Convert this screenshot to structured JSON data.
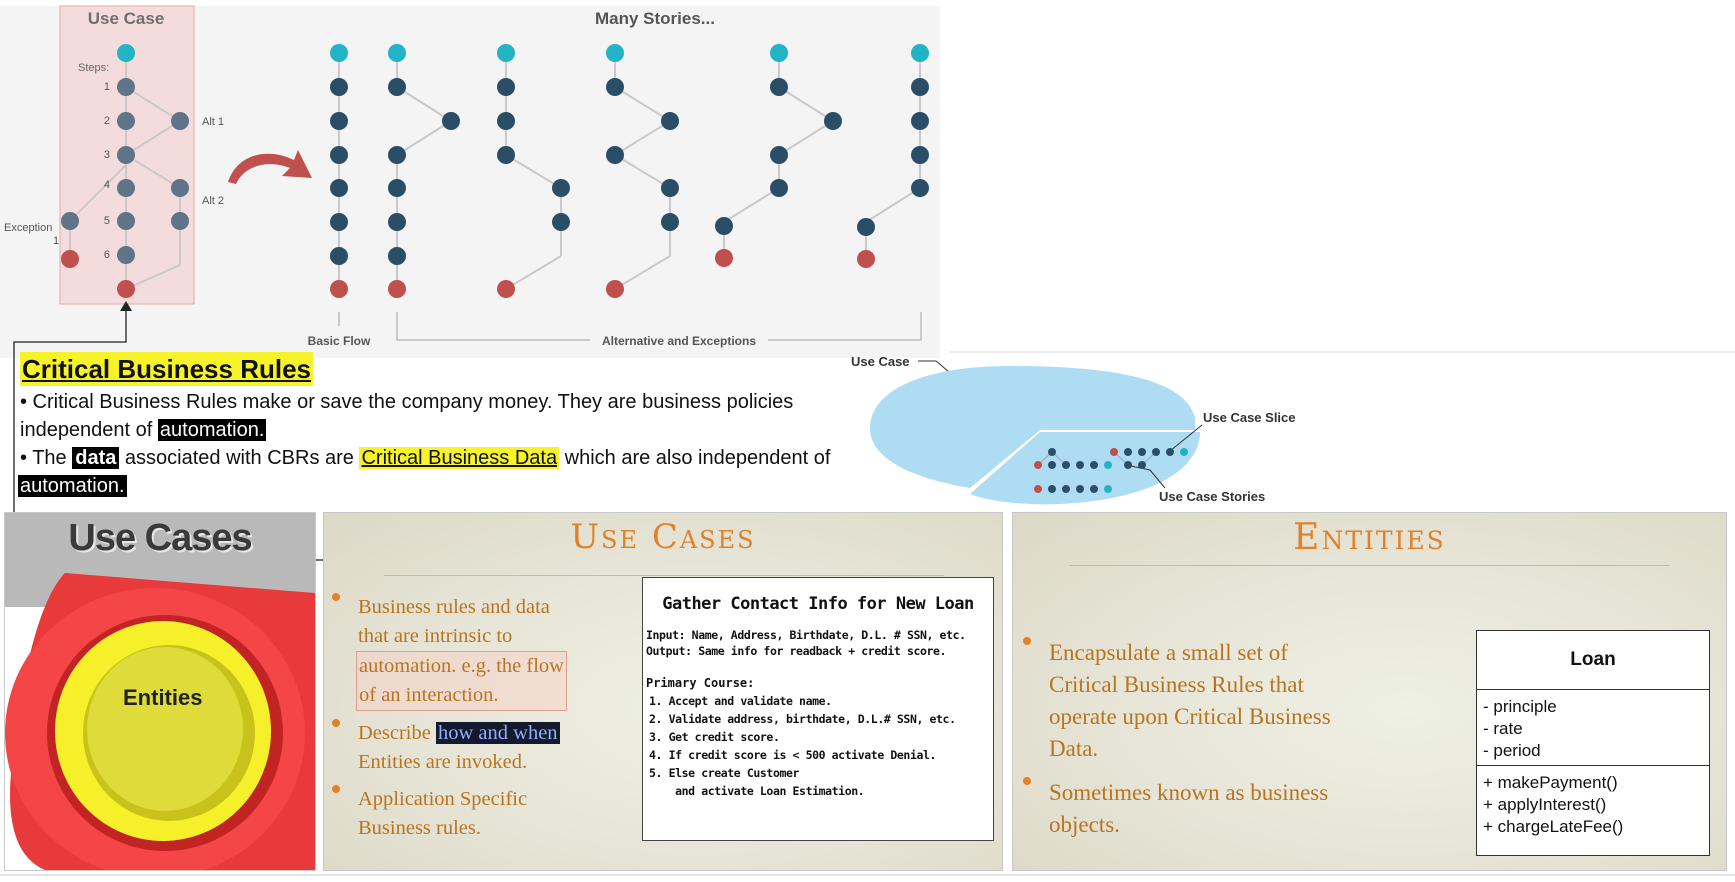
{
  "diagram_top": {
    "use_case_title": "Use Case",
    "steps_label": "Steps:",
    "step_numbers": [
      "1",
      "2",
      "3",
      "4",
      "5",
      "6"
    ],
    "alt1": "Alt 1",
    "alt2": "Alt 2",
    "exception": "Exception",
    "exception_num": "1",
    "many_stories": "Many Stories...",
    "basic_flow": "Basic Flow",
    "alt_exceptions": "Alternative and Exceptions"
  },
  "slice_diagram": {
    "use_case": "Use Case",
    "use_case_slice": "Use Case Slice",
    "use_case_stories": "Use Case Stories"
  },
  "cbr": {
    "title": "Critical Business Rules",
    "line1": "• Critical Business Rules make or save the company money.  They are business policies",
    "line2_pre": "independent of",
    "line2_inv": "automation.",
    "line3_pre": "• The",
    "line3_data": "data",
    "line3_mid": "associated with CBRs are",
    "line3_hl": "Critical Business Data",
    "line3_post": "which are also independent of",
    "line4_inv": "automation."
  },
  "onion": {
    "title": "Use Cases",
    "inner": "Entities"
  },
  "use_cases_slide": {
    "title": "Use Cases",
    "b1_l1": "Business rules and data",
    "b1_l2": "that are intrinsic to",
    "b1_l3": "automation.  e.g. the flow",
    "b1_l4": "of an interaction.",
    "b2_pre": "Describe",
    "b2_hl": "how and when",
    "b2_l2": "Entities are invoked.",
    "b3_l1": "Application Specific",
    "b3_l2": "Business rules.",
    "card_title": "Gather Contact Info for New Loan",
    "card_input": "Input:  Name, Address, Birthdate, D.L. # SSN, etc.",
    "card_output": "Output: Same info for readback + credit score.",
    "card_primary": "Primary Course:",
    "card_steps": [
      "1. Accept and validate name.",
      "2. Validate address, birthdate, D.L.# SSN, etc.",
      "3. Get credit score.",
      "4. If credit score is < 500 activate Denial.",
      "5. Else create Customer",
      "    and activate Loan Estimation."
    ]
  },
  "entities_slide": {
    "title": "Entities",
    "b1_l1": "Encapsulate a small set of",
    "b1_l2": "Critical Business Rules that",
    "b1_l3": "operate upon Critical Business",
    "b1_l4": "Data.",
    "b2_l1": "Sometimes known as business",
    "b2_l2": "objects.",
    "uml_class": "Loan",
    "uml_fields": [
      "- principle",
      "- rate",
      "- period"
    ],
    "uml_methods": [
      "+ makePayment()",
      "+ applyInterest()",
      "+ chargeLateFee()"
    ]
  },
  "colors": {
    "teal": "#22b3c4",
    "navy": "#2b4e68",
    "red": "#c0504d",
    "slate": "#5f7389",
    "usecase_fill": "#f5dcdc",
    "blob": "#aedcf2",
    "orange_title": "#e0822a",
    "brown_text": "#b9741f"
  }
}
